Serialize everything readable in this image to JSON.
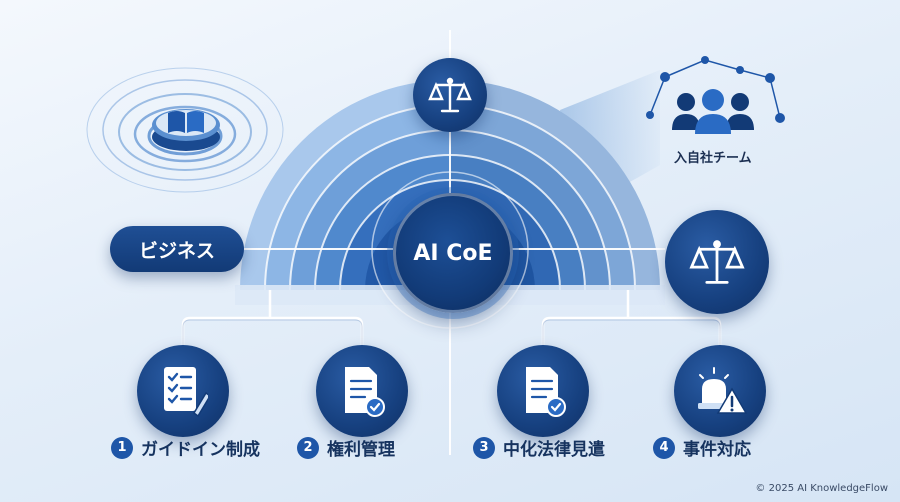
{
  "center": {
    "label": "AI CoE"
  },
  "left_pill": {
    "label": "ビジネス"
  },
  "team": {
    "label": "入自社チーム"
  },
  "items": [
    {
      "num": "1",
      "label": "ガイドイン制成",
      "icon": "checklist-icon"
    },
    {
      "num": "2",
      "label": "権利管理",
      "icon": "document-check-icon"
    },
    {
      "num": "3",
      "label": "中化法律見遣",
      "icon": "document-check-icon"
    },
    {
      "num": "4",
      "label": "事件対応",
      "icon": "alarm-warning-icon"
    }
  ],
  "top_icon": "scales-icon",
  "right_icon": "scales-icon",
  "book_icon": "book-icon",
  "copyright": "© 2025 AI KnowledgeFlow",
  "colors": {
    "navy": "#123a76",
    "accent": "#1e56a8",
    "light": "#d6e5f5"
  }
}
